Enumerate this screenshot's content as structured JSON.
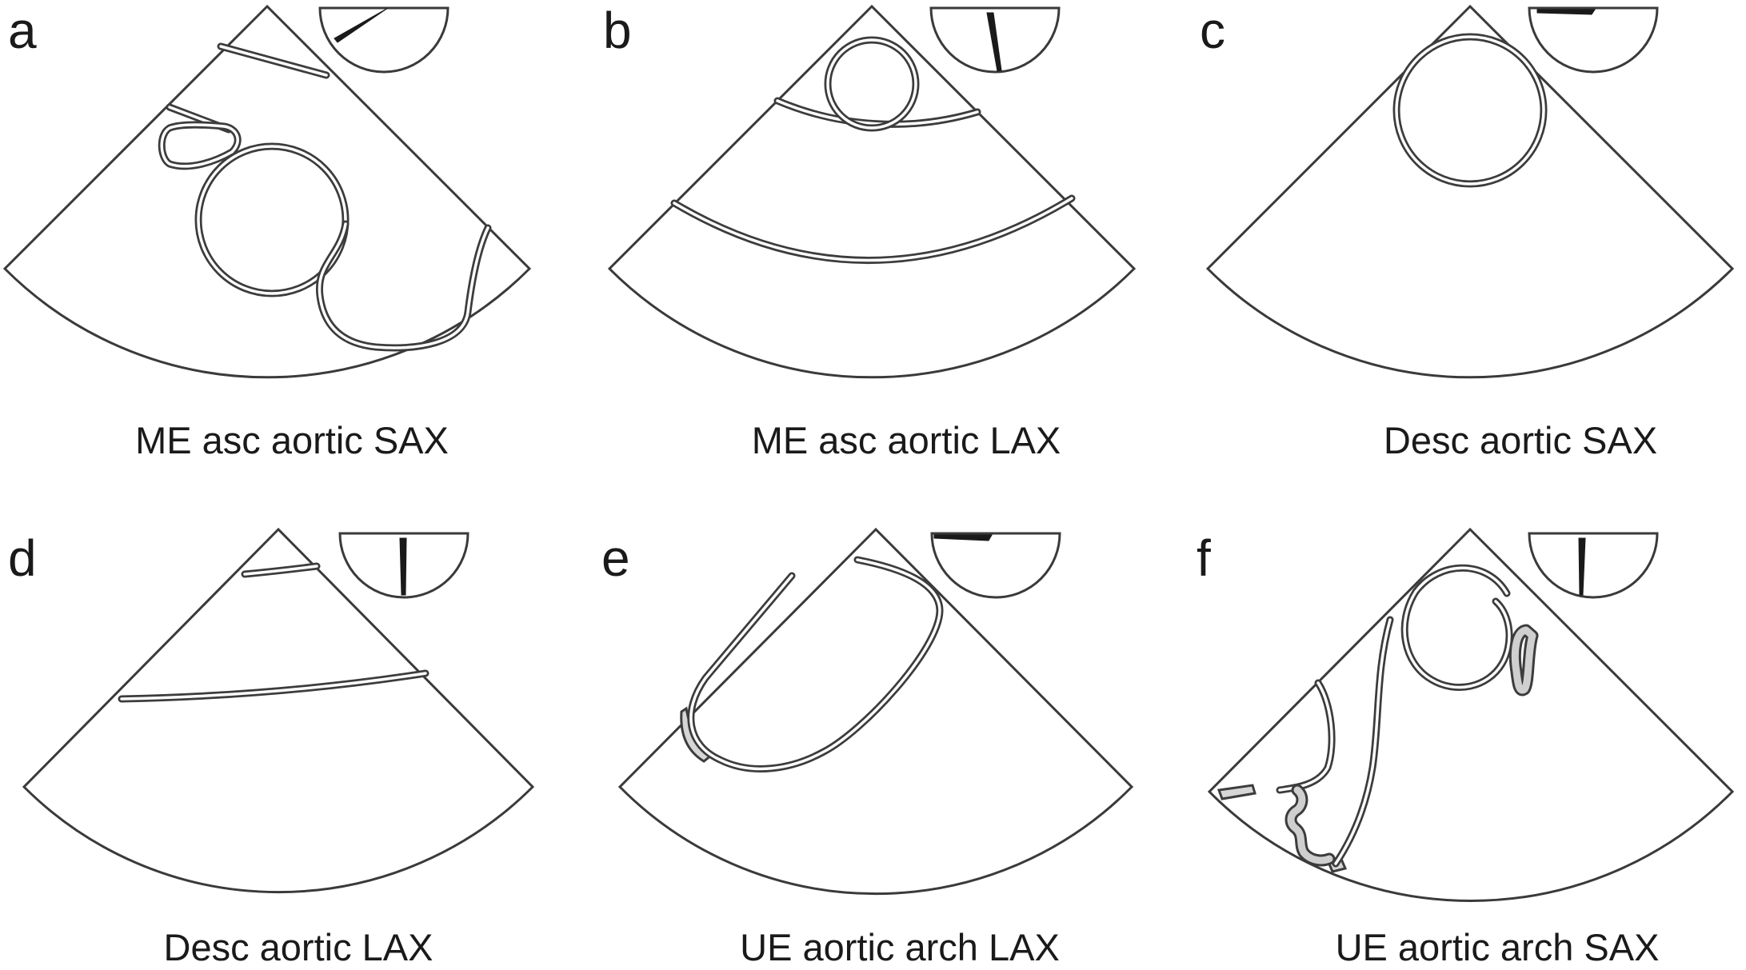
{
  "figure": {
    "panels": [
      {
        "letter": "a",
        "caption": "ME asc aortic SAX"
      },
      {
        "letter": "b",
        "caption": "ME asc aortic LAX"
      },
      {
        "letter": "c",
        "caption": "Desc aortic SAX"
      },
      {
        "letter": "d",
        "caption": "Desc aortic LAX"
      },
      {
        "letter": "e",
        "caption": "UE aortic arch LAX"
      },
      {
        "letter": "f",
        "caption": "UE aortic arch SAX"
      }
    ],
    "colors": {
      "line": "#3c3c3c",
      "background": "#ffffff",
      "shade": "#d6d6d6"
    }
  }
}
